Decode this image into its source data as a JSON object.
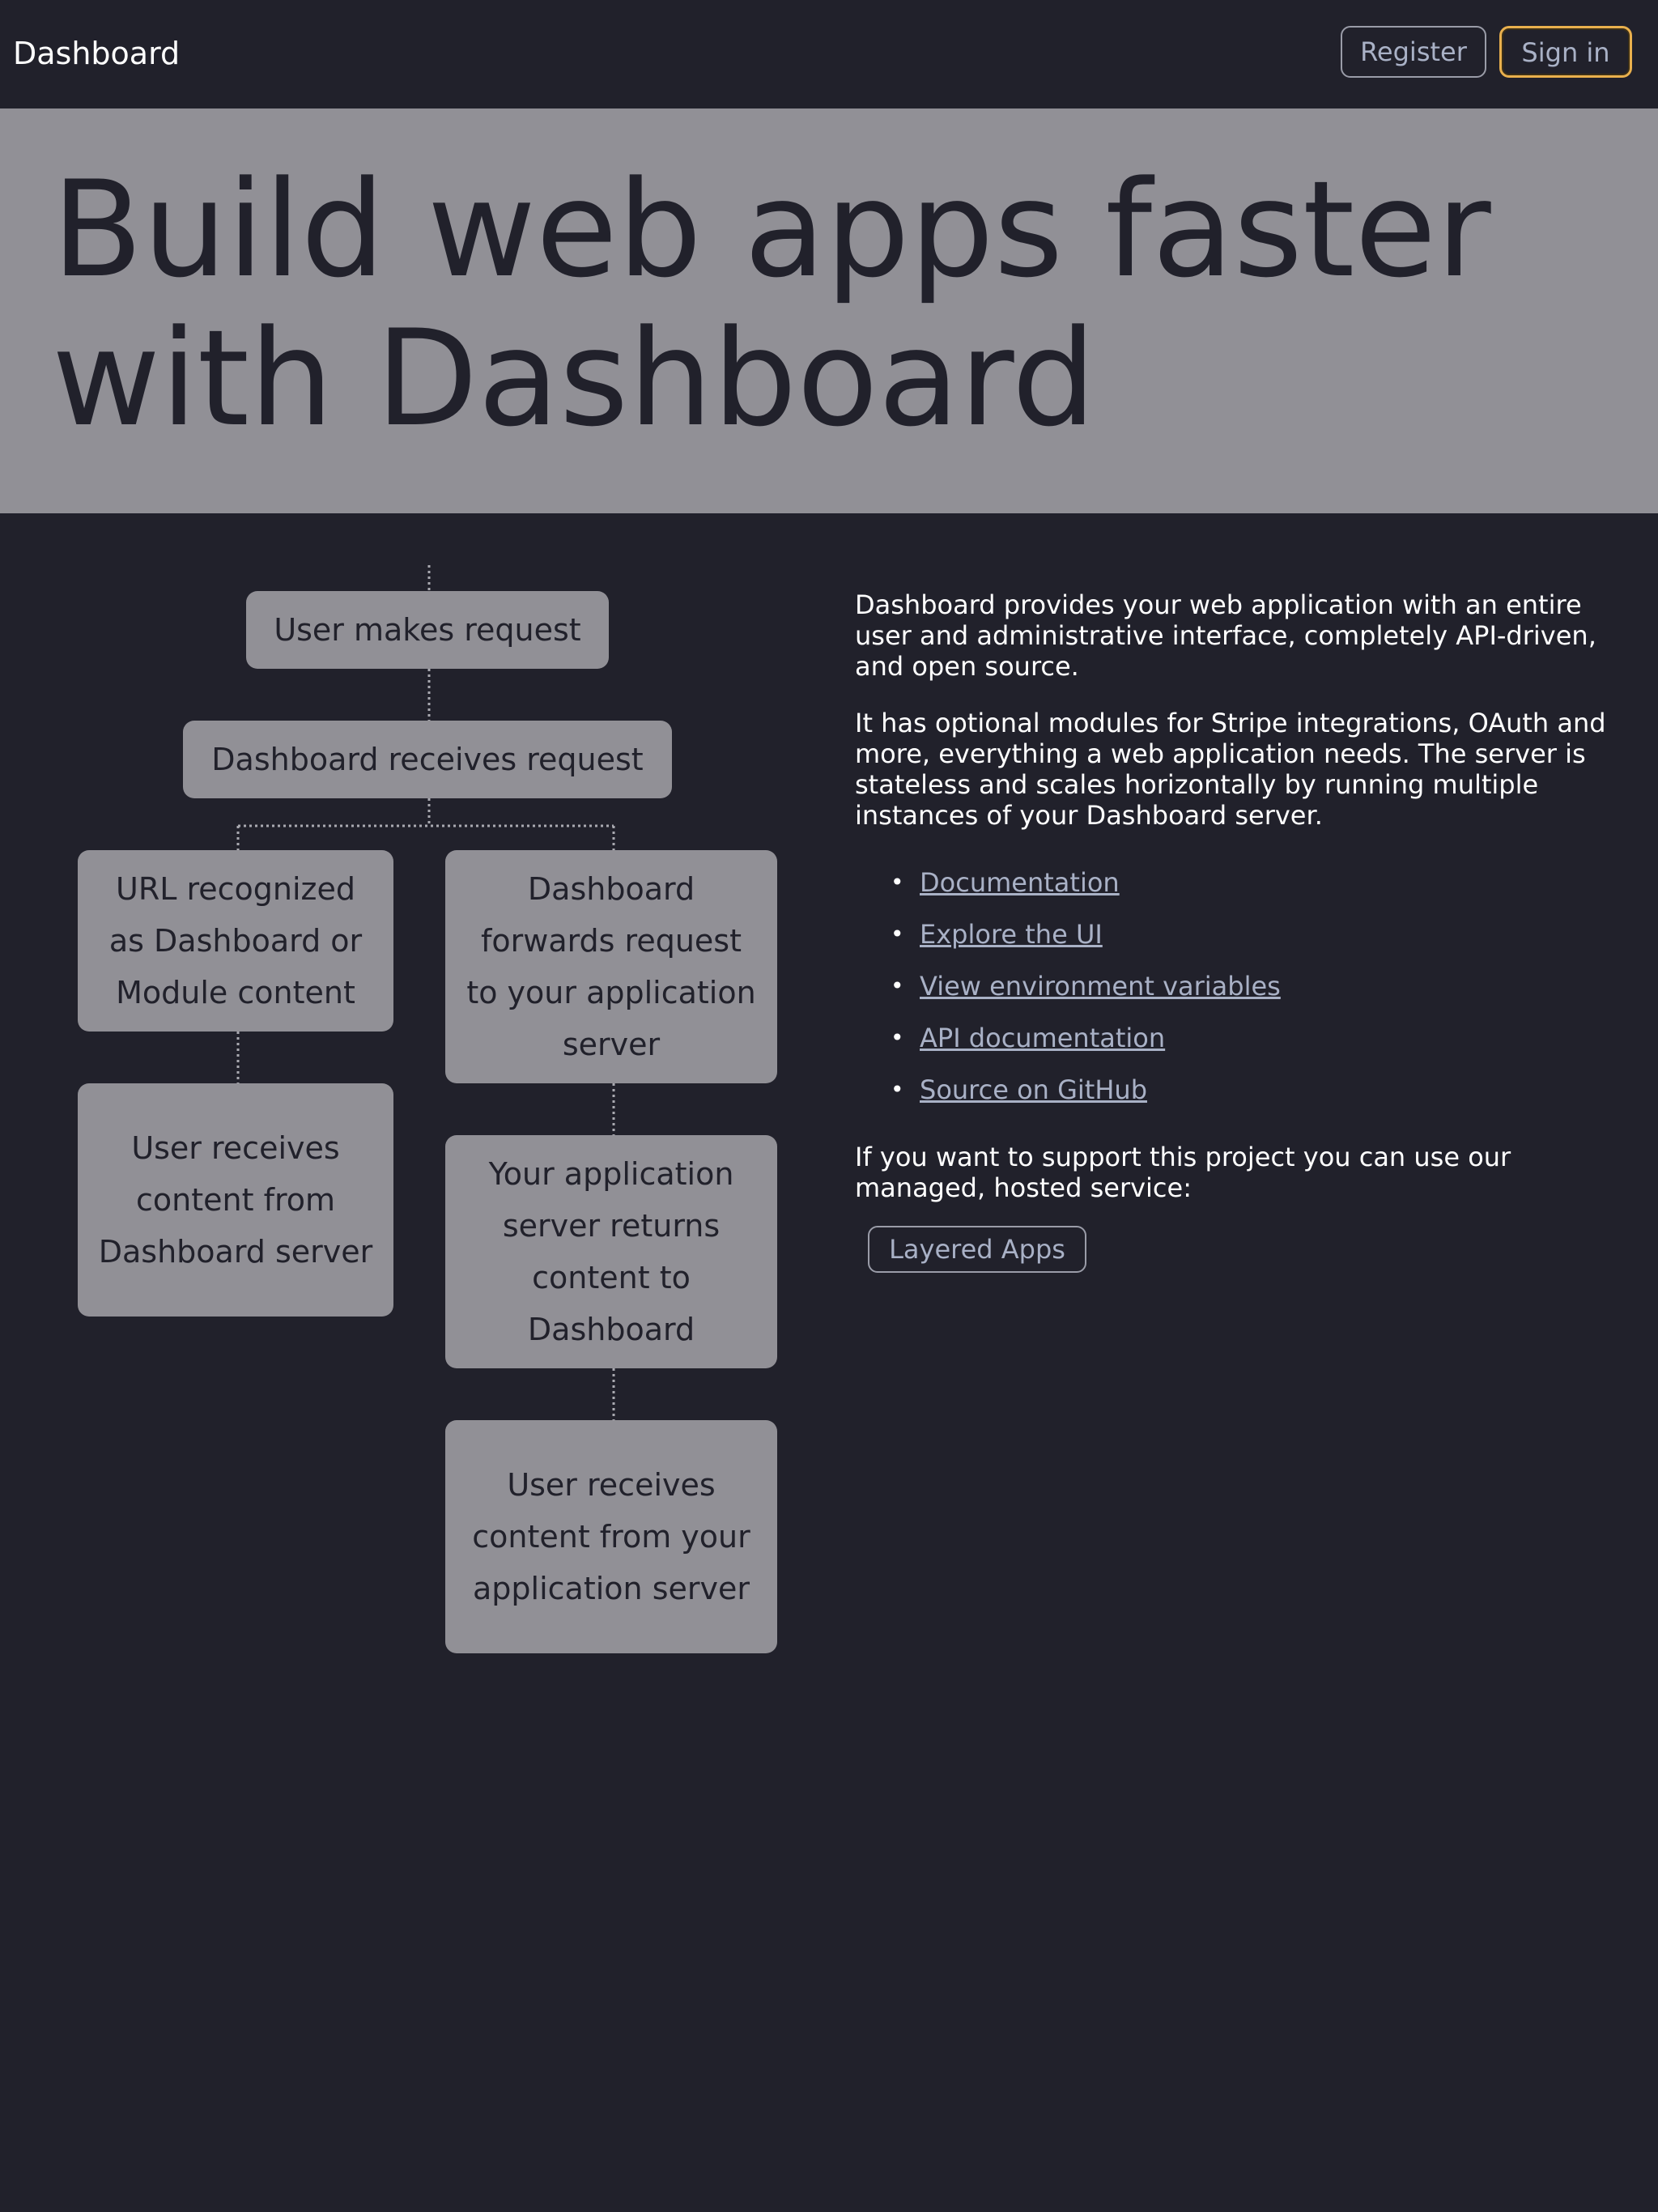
{
  "header": {
    "brand": "Dashboard",
    "register_label": "Register",
    "signin_label": "Sign in"
  },
  "hero": {
    "title": "Build web apps faster with Dashboard"
  },
  "flow": {
    "nodes": [
      "User makes request",
      "Dashboard receives request",
      "URL recognized as Dashboard or Module content",
      "Dashboard forwards request to your application server",
      "User receives content from Dashboard server",
      "Your application server returns content to Dashboard",
      "User receives content from your application server"
    ]
  },
  "about": {
    "paragraph1": "Dashboard provides your web application with an entire user and administrative interface, completely API-driven, and open source.",
    "paragraph2": "It has optional modules for Stripe integrations, OAuth and more, everything a web application needs. The server is stateless and scales horizontally by running multiple instances of your Dashboard server.",
    "links": [
      "Documentation",
      "Explore the UI",
      "View environment variables",
      "API documentation",
      "Source on GitHub"
    ],
    "paragraph3": "If you want to support this project you can use our managed, hosted service:",
    "hosted_button": "Layered Apps"
  },
  "colors": {
    "background": "#21212b",
    "hero": "#919096",
    "link": "#a9b1c6",
    "focus_ring": "#e9b04d"
  }
}
